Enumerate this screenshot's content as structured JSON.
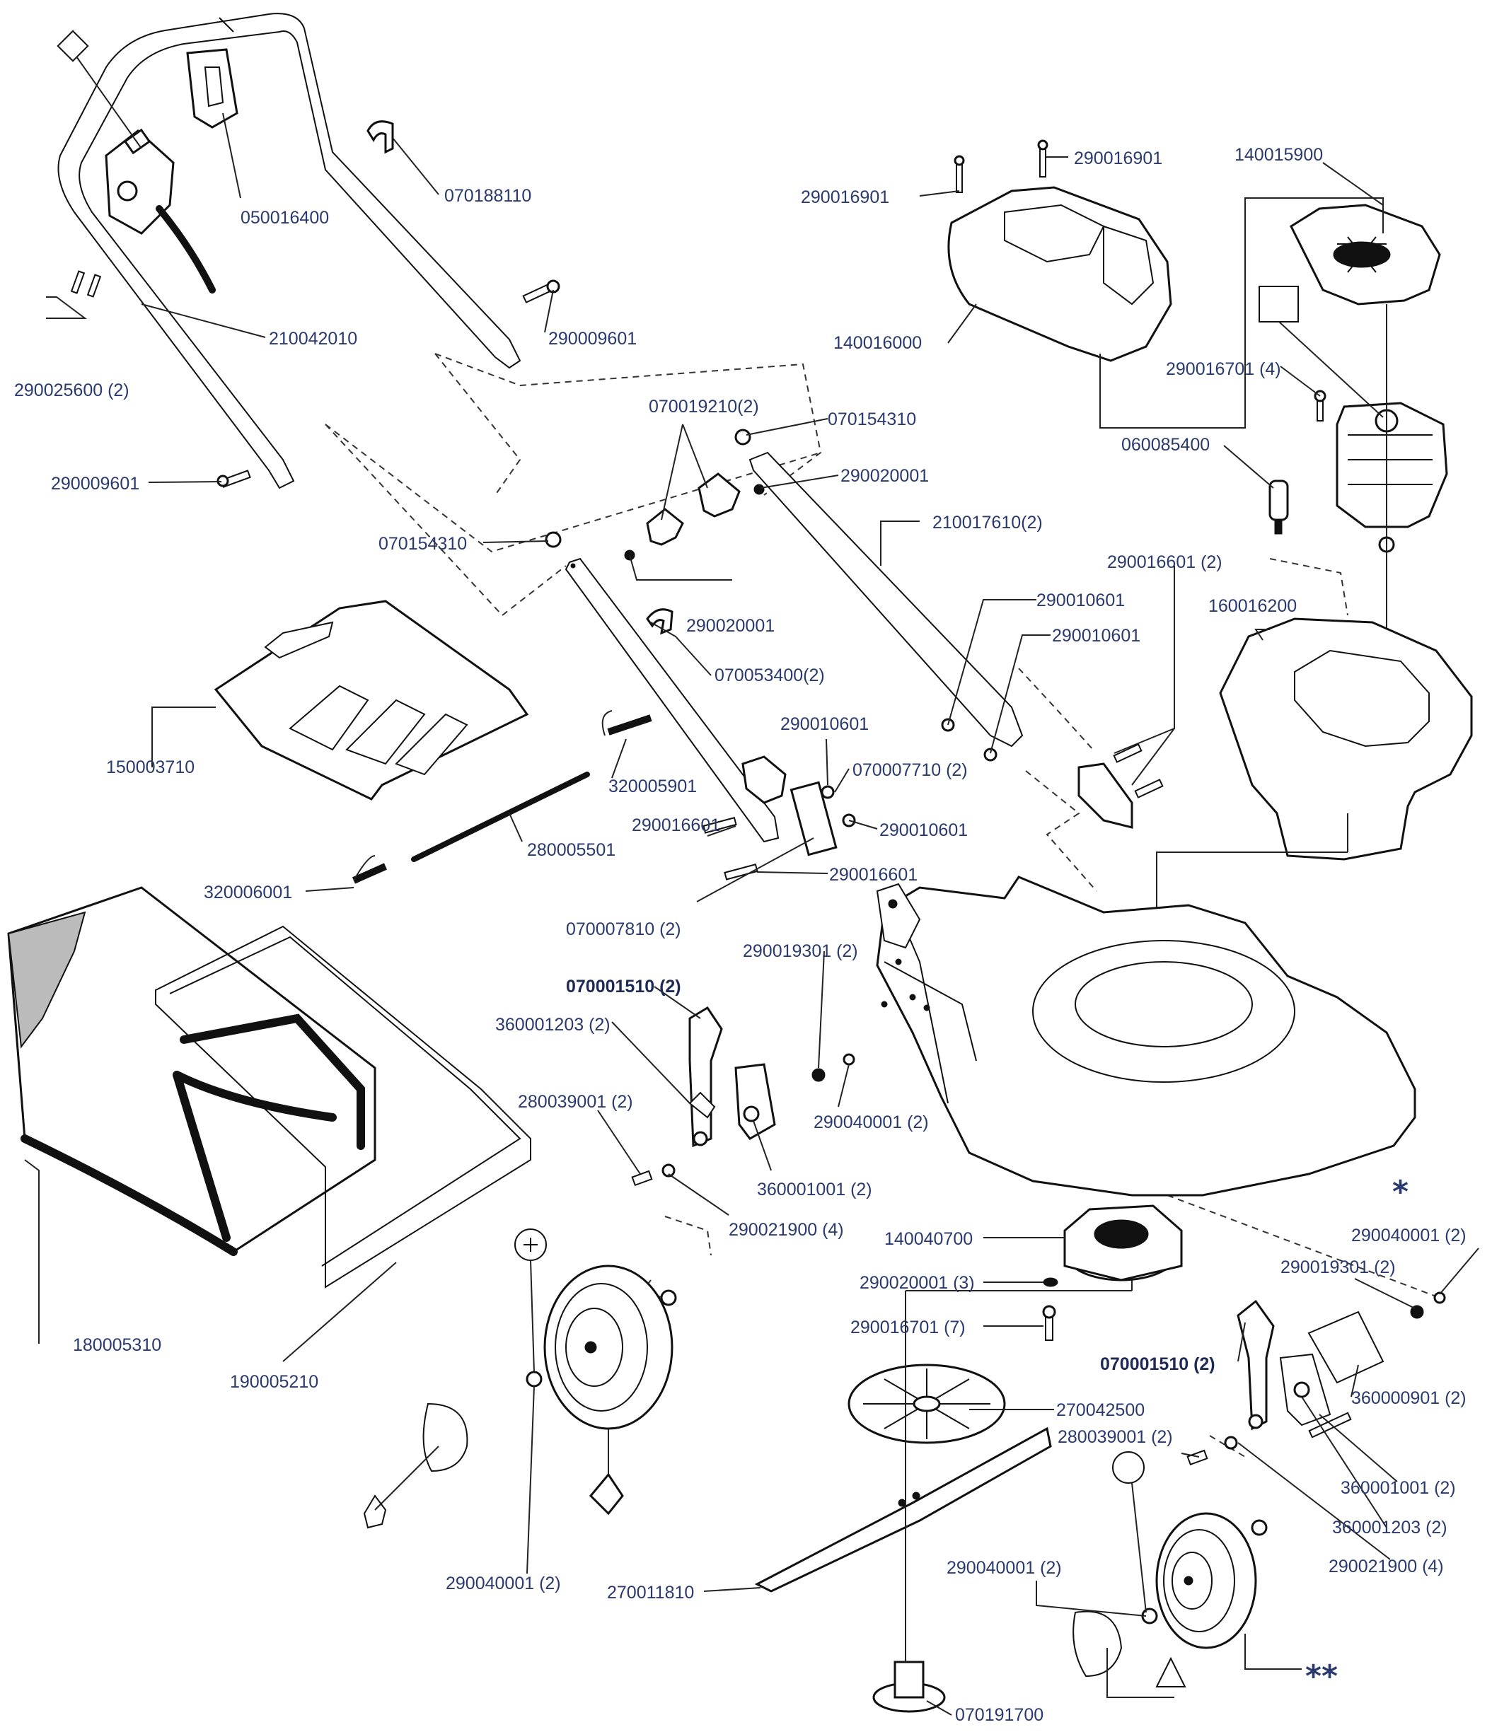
{
  "labels": {
    "l01": "050016400",
    "l02": "070188110",
    "l03": "210042010",
    "l04": "290025600 (2)",
    "l05": "290009601",
    "l06": "290009601",
    "l07": "290016901",
    "l08": "290016901",
    "l09": "140015900",
    "l10": "140016000",
    "l11": "290016701 (4)",
    "l12": "060085400",
    "l13": "070019210(2)",
    "l14": "070154310",
    "l15": "290020001",
    "l16": "070154310",
    "l17": "210017610(2)",
    "l18": "290016601 (2)",
    "l19": "290010601",
    "l20": "290010601",
    "l21": "160016200",
    "l22": "290020001",
    "l23": "070053400(2)",
    "l24": "150003710",
    "l25": "320005901",
    "l26": "290010601",
    "l27": "070007710 (2)",
    "l28": "290016601",
    "l29": "290010601",
    "l30": "280005501",
    "l31": "320006001",
    "l32": "290016601",
    "l33": "070007810 (2)",
    "l34": "290019301 (2)",
    "l35": "070001510 (2)",
    "l36": "360001203 (2)",
    "l37": "280039001 (2)",
    "l38": "290040001 (2)",
    "l39": "360001001 (2)",
    "l40": "290021900 (4)",
    "l41": "140040700",
    "l42": "290040001 (2)",
    "l43": "290019301 (2)",
    "l44": "180005310",
    "l45": "190005210",
    "l46": "290020001 (3)",
    "l47": "290016701 (7)",
    "l48": "070001510 (2)",
    "l49": "360000901 (2)",
    "l50": "270042500",
    "l51": "280039001 (2)",
    "l52": "360001001 (2)",
    "l53": "360001203 (2)",
    "l54": "290021900 (4)",
    "l55": "290040001 (2)",
    "l56": "290040001 (2)",
    "l57": "270011810",
    "l58": "070191700"
  },
  "symbols": {
    "single_star": "*",
    "double_star": "**"
  }
}
